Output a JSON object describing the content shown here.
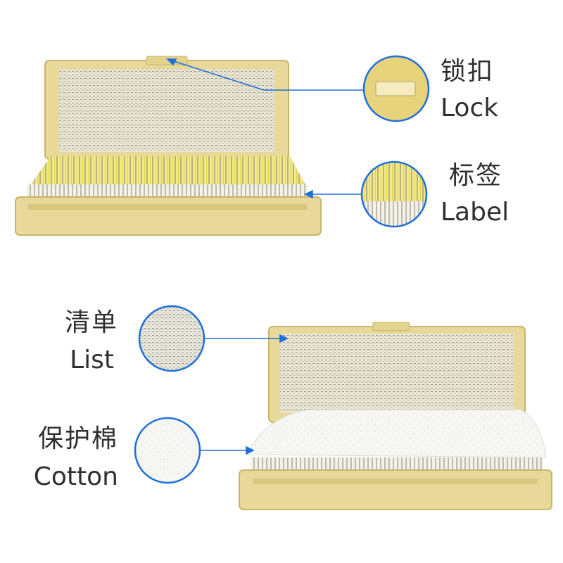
{
  "callouts": {
    "lock": {
      "zh": "锁扣",
      "en": "Lock"
    },
    "label": {
      "zh": "标签",
      "en": "Label"
    },
    "list": {
      "zh": "清单",
      "en": "List"
    },
    "cotton": {
      "zh": "保护棉",
      "en": "Cotton"
    }
  },
  "colors": {
    "box": "#e8d99a",
    "box_shadow": "#c9b56a",
    "callout_ring": "#1e6fd9",
    "pointer": "#1e6fd9",
    "text": "#2f2f2f"
  }
}
